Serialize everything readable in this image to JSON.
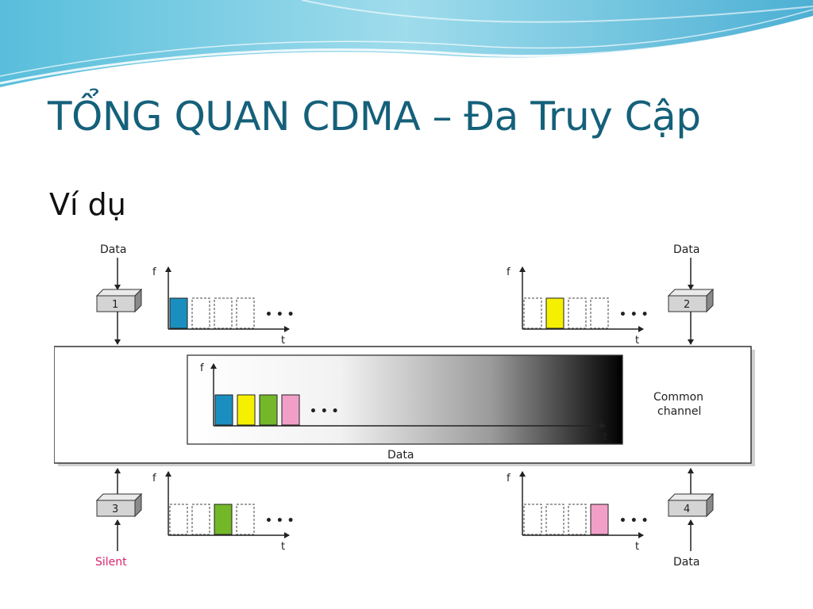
{
  "slide": {
    "title": "TỔNG QUAN CDMA – Đa Truy Cập",
    "subtitle": "Ví dụ"
  },
  "diagram": {
    "stations": [
      {
        "id": "1",
        "input": "Data",
        "color": "#1a8fbf"
      },
      {
        "id": "2",
        "input": "Data",
        "color": "#f5f000"
      },
      {
        "id": "3",
        "input": "Silent",
        "input_color": "#d6246e",
        "color": "#74b82a"
      },
      {
        "id": "4",
        "input": "Data",
        "color": "#f29fc8"
      }
    ],
    "axis_f": "f",
    "axis_t": "t",
    "dots": "• • •",
    "channel_label_line1": "Common",
    "channel_label_line2": "channel",
    "channel_data_label": "Data"
  }
}
